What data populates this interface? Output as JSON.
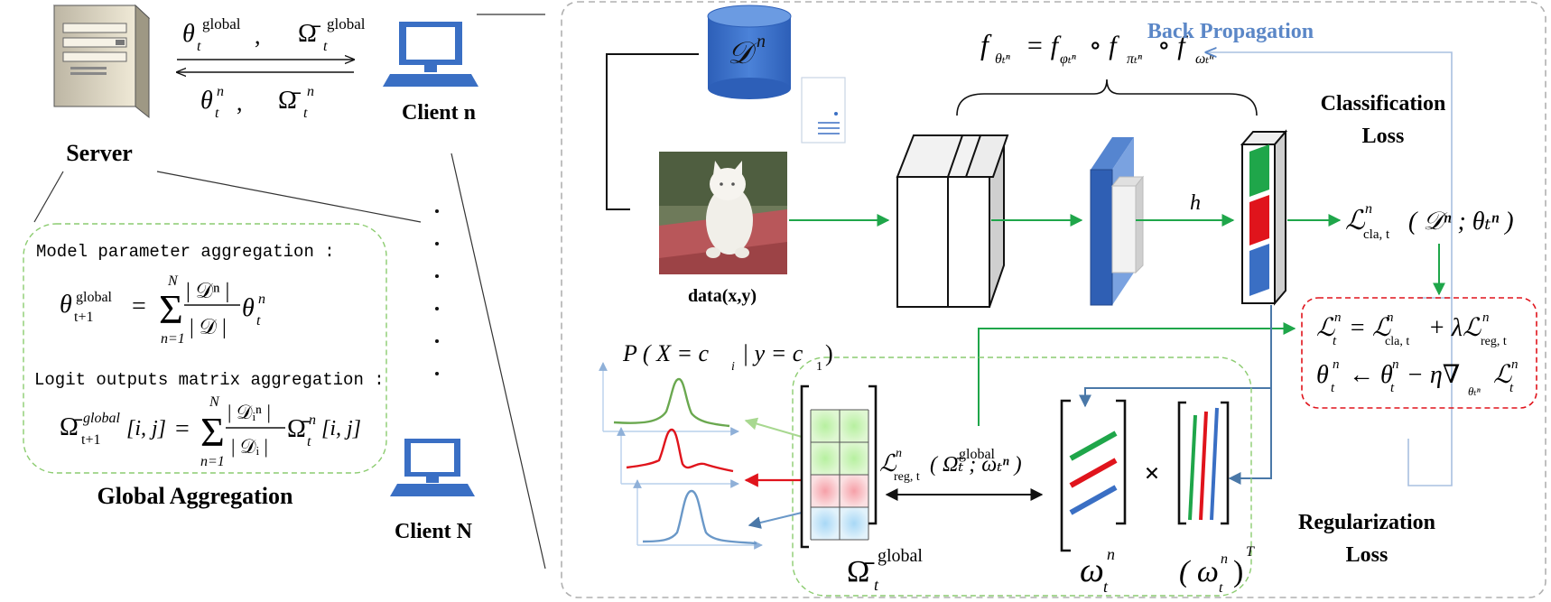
{
  "server": {
    "label": "Server"
  },
  "clients": {
    "client_n": "Client n",
    "client_N": "Client N"
  },
  "communication": {
    "down_theta": "θ",
    "down_theta_sub": "t",
    "down_theta_sup": "global",
    "down_comma": ",",
    "down_omega": "Ω̄",
    "down_omega_sub": "t",
    "down_omega_sup": "global",
    "up_theta": "θ",
    "up_theta_sub": "t",
    "up_theta_sup": "n",
    "up_comma": ",",
    "up_omega": "Ω̄",
    "up_omega_sub": "t",
    "up_omega_sup": "n"
  },
  "aggregation": {
    "title": "Global Aggregation",
    "model_heading": "Model parameter aggregation :",
    "model_lhs": "θ",
    "model_lhs_sub": "t+1",
    "model_lhs_sup": "global",
    "model_eq": "=",
    "model_sum": "Σ",
    "model_sum_top": "N",
    "model_sum_bottom": "n=1",
    "model_num": "| 𝒟ⁿ |",
    "model_den": "| 𝒟 |",
    "model_term": "θ",
    "model_term_sub": "t",
    "model_term_sup": "n",
    "logit_heading": "Logit outputs matrix aggregation :",
    "logit_lhs": "Ω̄",
    "logit_lhs_sub": "t+1",
    "logit_lhs_sup": "global",
    "logit_lhs_idx": "[i, j]",
    "logit_eq": "=",
    "logit_sum": "Σ",
    "logit_sum_top": "N",
    "logit_sum_bottom": "n=1",
    "logit_num": "| 𝒟ᵢⁿ |",
    "logit_den": "| 𝒟ᵢ |",
    "logit_term": "Ω̄",
    "logit_term_sub": "t",
    "logit_term_sup": "n",
    "logit_term_idx": "[i, j]"
  },
  "client_detail": {
    "dataset": "𝒟",
    "dataset_sup": "n",
    "data_label": "data(x,y)",
    "composition": "f",
    "composition_sub": "θₜⁿ",
    "composition_rhs": "= f",
    "composition_rhs_sub1": "φₜⁿ",
    "composition_op1": "∘ f",
    "composition_rhs_sub2": "πₜⁿ",
    "composition_op2": "∘ f",
    "composition_rhs_sub3": "ωₜⁿ",
    "back_propagation": "Back Propagation",
    "h_label": "h",
    "classification_loss_line1": "Classification",
    "classification_loss_line2": "Loss",
    "cla_loss": "ℒ",
    "cla_loss_sub": "cla, t",
    "cla_loss_sup": "n",
    "cla_loss_args": "( 𝒟ⁿ ; θₜⁿ )",
    "total_loss_lhs": "ℒ",
    "total_loss_lhs_sub": "t",
    "total_loss_lhs_sup": "n",
    "total_loss_rhs": "= ℒ",
    "total_loss_rhs_sub1": "cla, t",
    "total_loss_rhs_sup1": "n",
    "total_loss_plus": "+ λℒ",
    "total_loss_rhs_sub2": "reg, t",
    "total_loss_rhs_sup2": "n",
    "update_lhs": "θ",
    "update_lhs_sub": "t",
    "update_lhs_sup": "n",
    "update_rhs": "← θ",
    "update_rhs_sub": "t",
    "update_rhs_sup": "n",
    "update_grad": "− η∇",
    "update_grad_sub": "θₜⁿ",
    "update_tail": "ℒ",
    "update_tail_sub": "t",
    "update_tail_sup": "n",
    "prob_label": "P ( X = c",
    "prob_label_sub1": "i",
    "prob_label_mid": "| y = c",
    "prob_label_sub2": "1",
    "prob_label_end": ")",
    "reg_loss": "ℒ",
    "reg_loss_sub": "reg, t",
    "reg_loss_sup": "n",
    "reg_loss_args": "( Ω̄ₜ  ; ωₜⁿ )",
    "reg_loss_args_sup": "global",
    "omega_global": "Ω̄",
    "omega_global_sub": "t",
    "omega_global_sup": "global",
    "omega_n": "ω",
    "omega_n_sub": "t",
    "omega_n_sup": "n",
    "omega_T": "( ω",
    "omega_T_sub": "t",
    "omega_T_sup": "n",
    "omega_T_close": ")",
    "omega_T_pow": "T",
    "times": "×",
    "regularization_loss_line1": "Regularization",
    "regularization_loss_line2": "Loss"
  },
  "colors": {
    "client_blue": "#3a6fc4",
    "green_arrow": "#1fa64a",
    "red": "#e0141c",
    "blue_arrow": "#4a78a8",
    "back_prop": "#5b87c7",
    "dash_green": "#8ccc70",
    "dash_red": "#e0141c",
    "curve_green": "#6aa84f",
    "curve_red": "#e0141c",
    "curve_blue": "#6a98c8"
  },
  "icons": {
    "server": "server-tower-icon",
    "client": "desktop-computer-icon",
    "database": "database-cylinder-icon",
    "document": "document-icon",
    "cat": "cat-photo"
  }
}
